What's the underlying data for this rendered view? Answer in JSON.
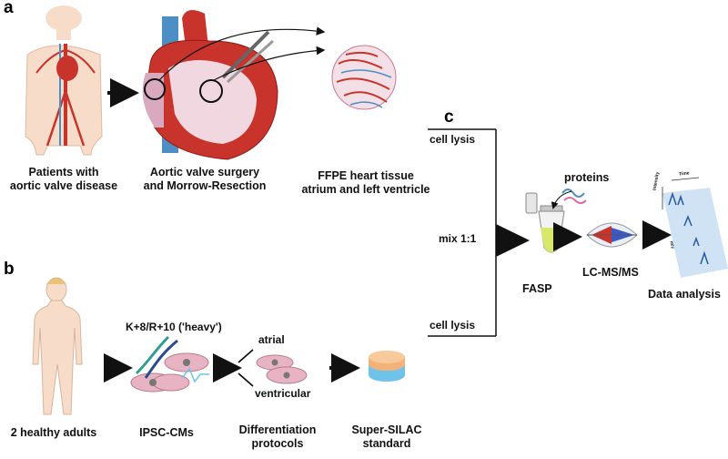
{
  "panels": {
    "a": "a",
    "b": "b",
    "c": "c"
  },
  "captions": {
    "patients_line1": "Patients with",
    "patients_line2": "aortic valve disease",
    "surgery_line1": "Aortic valve surgery",
    "surgery_line2": "and Morrow-Resection",
    "tissue_line1": "FFPE heart tissue",
    "tissue_line2": "atrium and left ventricle",
    "adults": "2 healthy adults",
    "ipsc": "IPSC-CMs",
    "heavy": "K+8/R+10 ('heavy')",
    "diff_line1": "Differentiation",
    "diff_line2": "protocols",
    "atrial": "atrial",
    "ventricular": "ventricular",
    "silac_line1": "Super-SILAC",
    "silac_line2": "standard",
    "cell_lysis_top": "cell lysis",
    "cell_lysis_bottom": "cell lysis",
    "mix": "mix 1:1",
    "proteins": "proteins",
    "fasp": "FASP",
    "lcms": "LC-MS/MS",
    "data_analysis": "Data analysis",
    "axis_intensity": "Intensity",
    "axis_time": "Time",
    "axis_mz": "m/z"
  },
  "colors": {
    "artery_red": "#c8342b",
    "vein_blue": "#4d8fc4",
    "skin": "#f6dcc9",
    "arrow": "#111111",
    "tube_green": "#d7e86a",
    "silac_orange": "#f2b27a",
    "silac_blue": "#6fc3e8",
    "panel_blue": "#cfe3f5"
  },
  "icons": [
    "human-torso-icon",
    "heart-surgery-icon",
    "tissue-section-icon",
    "human-figure-icon",
    "dna-cells-icon",
    "cell-dish-icon",
    "silac-disc-icon",
    "tube-icon",
    "lcms-icon",
    "spectrum-panel-icon"
  ]
}
